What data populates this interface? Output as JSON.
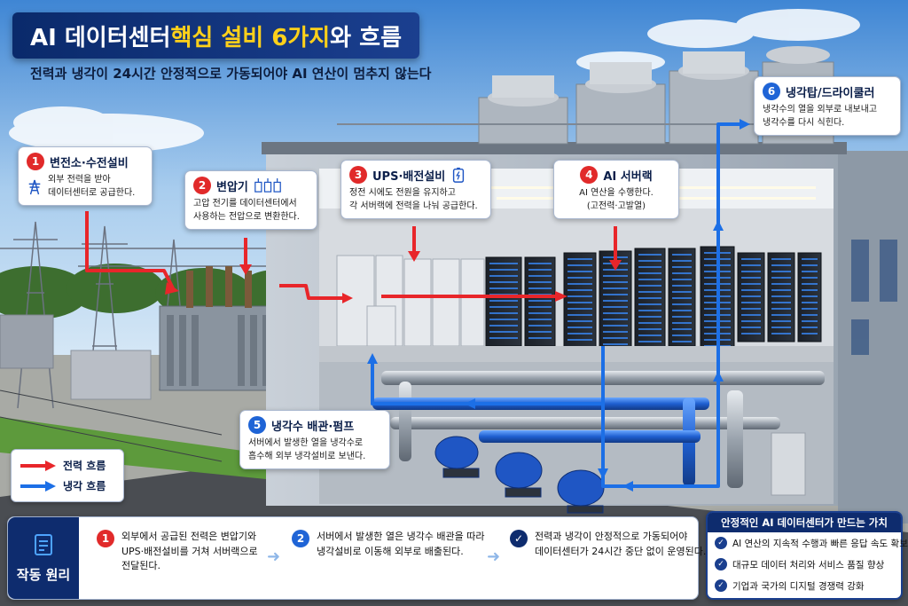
{
  "title": {
    "part1": "AI 데이터센터 ",
    "highlight": "핵심 설비 6가지",
    "part2": "와 흐름"
  },
  "subtitle": "전력과 냉각이 24시간 안정적으로 가동되어야 AI 연산이 멈추지 않는다",
  "callouts": [
    {
      "num": "1",
      "title": "변전소·수전설비",
      "desc1": "외부 전력을 받아",
      "desc2": "데이터센터로 공급한다.",
      "icon": "transmission-tower-icon"
    },
    {
      "num": "2",
      "title": "변압기",
      "desc1": "고압 전기를 데이터센터에서",
      "desc2": "사용하는 전압으로 변환한다.",
      "icon": "transformer-icon"
    },
    {
      "num": "3",
      "title": "UPS·배전설비",
      "desc1": "정전 시에도 전원을 유지하고",
      "desc2": "각 서버랙에 전력을 나눠 공급한다.",
      "icon": "battery-icon"
    },
    {
      "num": "4",
      "title": "AI 서버랙",
      "desc1": "AI 연산을 수행한다.",
      "desc2": "(고전력·고발열)"
    },
    {
      "num": "5",
      "title": "냉각수 배관·펌프",
      "desc1": "서버에서 발생한 열을 냉각수로",
      "desc2": "흡수해 외부 냉각설비로 보낸다."
    },
    {
      "num": "6",
      "title": "냉각탑/드라이쿨러",
      "desc1": "냉각수의 열을 외부로 내보내고",
      "desc2": "냉각수를 다시 식힌다."
    }
  ],
  "legend": {
    "power": "전력 흐름",
    "cooling": "냉각 흐름"
  },
  "principle": {
    "label": "작동 원리",
    "steps": [
      {
        "num": "1",
        "line1": "외부에서 공급된 전력은 변압기와",
        "line2": "UPS·배전설비를 거쳐 서버랙으로",
        "line3": "전달된다."
      },
      {
        "num": "2",
        "line1": "서버에서 발생한 열은 냉각수 배관을 따라",
        "line2": "냉각설비로 이동해 외부로 배출된다.",
        "line3": ""
      },
      {
        "num": "✓",
        "line1": "전력과 냉각이 안정적으로 가동되어야",
        "line2": "데이터센터가 24시간 중단 없이 운영된다.",
        "line3": ""
      }
    ]
  },
  "values": {
    "title": "안정적인 AI 데이터센터가 만드는 가치",
    "items": [
      "AI 연산의 지속적 수행과 빠른 응답 속도 확보",
      "대규모 데이터 처리와 서비스 품질 향상",
      "기업과 국가의 디지털 경쟁력 강화"
    ]
  },
  "colors": {
    "power": "#e8262a",
    "cooling": "#1c6fe6",
    "navy": "#0e2c6e",
    "highlight": "#ffd11a"
  }
}
